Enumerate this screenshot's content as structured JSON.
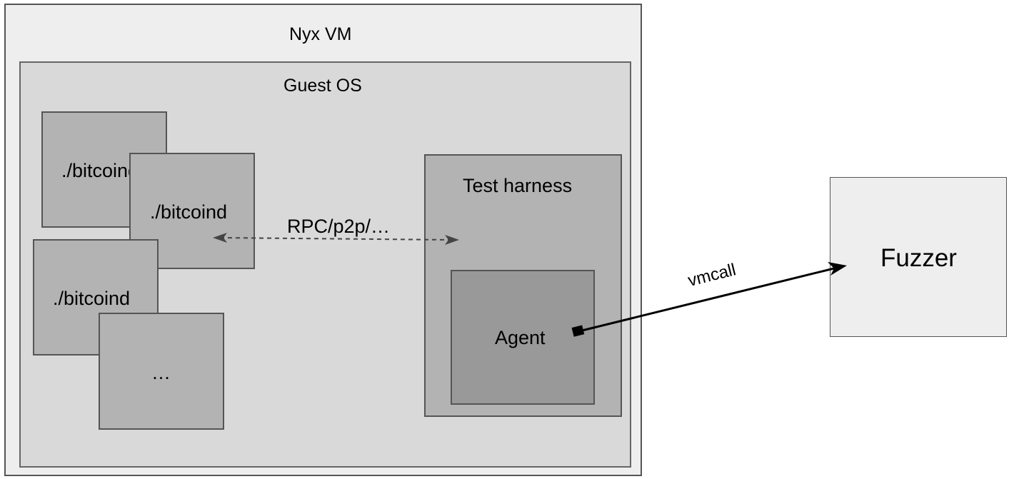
{
  "diagram": {
    "nyx_vm": {
      "label": "Nyx VM"
    },
    "guest_os": {
      "label": "Guest OS"
    },
    "processes": [
      {
        "label": "./bitcoind"
      },
      {
        "label": "./bitcoind"
      },
      {
        "label": "./bitcoind"
      },
      {
        "label": "…"
      }
    ],
    "test_harness": {
      "label": "Test harness"
    },
    "agent": {
      "label": "Agent"
    },
    "fuzzer": {
      "label": "Fuzzer"
    },
    "edges": {
      "rpc": {
        "label": "RPC/p2p/…",
        "style": "dashed",
        "direction": "bidirectional"
      },
      "vmcall": {
        "label": "vmcall",
        "style": "solid",
        "direction": "agent-to-fuzzer"
      }
    },
    "colors": {
      "vm_fill": "#eeeeee",
      "guest_fill": "#d9d9d9",
      "process_fill": "#b3b3b3",
      "agent_fill": "#999999",
      "border": "#555555"
    }
  }
}
